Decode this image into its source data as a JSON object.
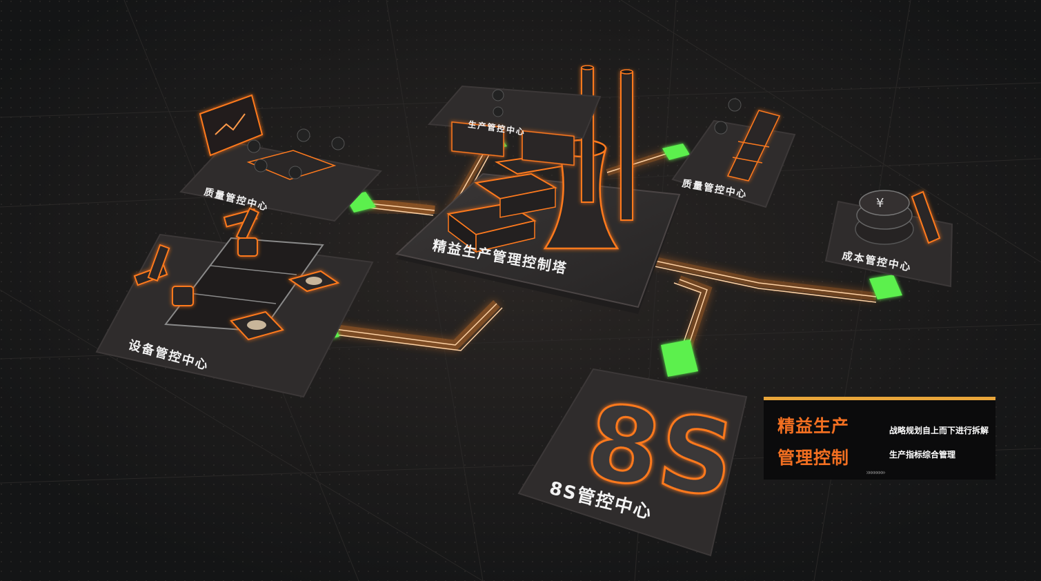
{
  "platform": {
    "label": "精益生产管理控制塔"
  },
  "nodes": [
    {
      "id": "production",
      "label": "生产管控中心"
    },
    {
      "id": "quality",
      "label": "质量管控中心"
    },
    {
      "id": "plan",
      "label": "质量管控中心"
    },
    {
      "id": "cost",
      "label": "成本管控中心"
    },
    {
      "id": "equipment",
      "label": "设备管控中心"
    },
    {
      "id": "eight_s",
      "label": "8S管控中心",
      "big_glyph": "8S"
    }
  ],
  "info_panel": {
    "title_line1": "精益生产",
    "title_line2": "管理控制",
    "desc_line1": "战略规划自上而下进行拆解",
    "desc_line2": "生产指标综合管理",
    "chevrons": "»»»»»»»"
  },
  "colors": {
    "background": "#17181a",
    "accent_orange": "#f26f21",
    "glow_orange": "#ff8a2a",
    "connector_green": "#5cf04d",
    "panel_border": "#e9a63a",
    "platform_surface": "#2e2c2c"
  }
}
